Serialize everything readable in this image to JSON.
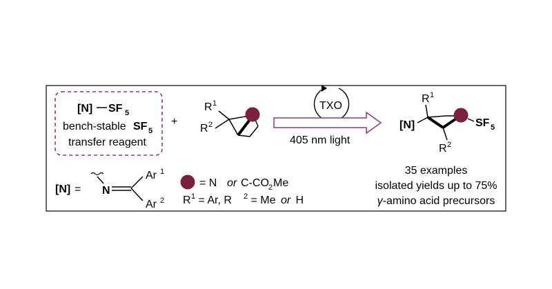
{
  "colors": {
    "reagent_n_blue": "#1a1adc",
    "sf5_red": "#e51c1c",
    "substituent_dot": "#7b2140",
    "reagent_box_dash": "#8a3a7a",
    "arrow_outline": "#8a3a7a"
  },
  "reagent": {
    "n_label": "[N]",
    "sf5_s": "SF",
    "sf5_sub": "5",
    "line2_text": "bench-stable",
    "line2_sf": "SF",
    "line2_sub": "5",
    "line3": "transfer reagent"
  },
  "plus": "+",
  "substrate": {
    "r1": "R",
    "r1_sup": "1",
    "r2": "R",
    "r2_sup": "2"
  },
  "arrow": {
    "catalyst": "TXO",
    "condition": "405 nm light"
  },
  "product": {
    "n_label": "[N]",
    "r1": "R",
    "r1_sup": "1",
    "r2": "R",
    "r2_sup": "2",
    "sf": "SF",
    "sf_sub": "5"
  },
  "definition_n": {
    "n_label": "[N]",
    "equals": "=",
    "atom": "N",
    "ar1": "Ar",
    "ar1_sup": "1",
    "ar2": "Ar",
    "ar2_sup": "2"
  },
  "legend": {
    "dot_eq": "= N",
    "or": "or",
    "c_co": "C-CO",
    "co_sub": "2",
    "me": "Me",
    "r_line_r1": "R",
    "r_line_r1_sup": "1",
    "r_line_mid": " = Ar, R",
    "r_line_r2_sup": "2",
    "r_line_me": " = Me ",
    "r_line_or": "or",
    "r_line_h": " H"
  },
  "results": {
    "line1": "35 examples",
    "line2": "isolated yields up to 75%",
    "line3_gamma": "γ",
    "line3_rest": "-amino acid precursors"
  }
}
